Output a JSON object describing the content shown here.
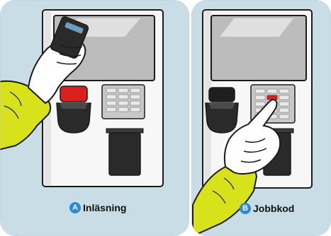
{
  "panels": [
    {
      "badge": "A",
      "label": "Inläsning"
    },
    {
      "badge": "B",
      "label": "Jobbkod"
    }
  ],
  "colors": {
    "panel_bg": "#c9dde6",
    "terminal_body": "#f7f7f7",
    "terminal_stroke": "#1b1b1b",
    "screen": "#bcbcbc",
    "keypad": "#c8c8c8",
    "reader_red": "#d8211f",
    "slot_dark": "#2a2a2a",
    "sleeve_yellow": "#d8e21a",
    "glove_white": "#ffffff",
    "badge_bg": "#2b8ad8"
  },
  "icons": [
    "rfid-card-icon",
    "pointing-hand-icon"
  ]
}
